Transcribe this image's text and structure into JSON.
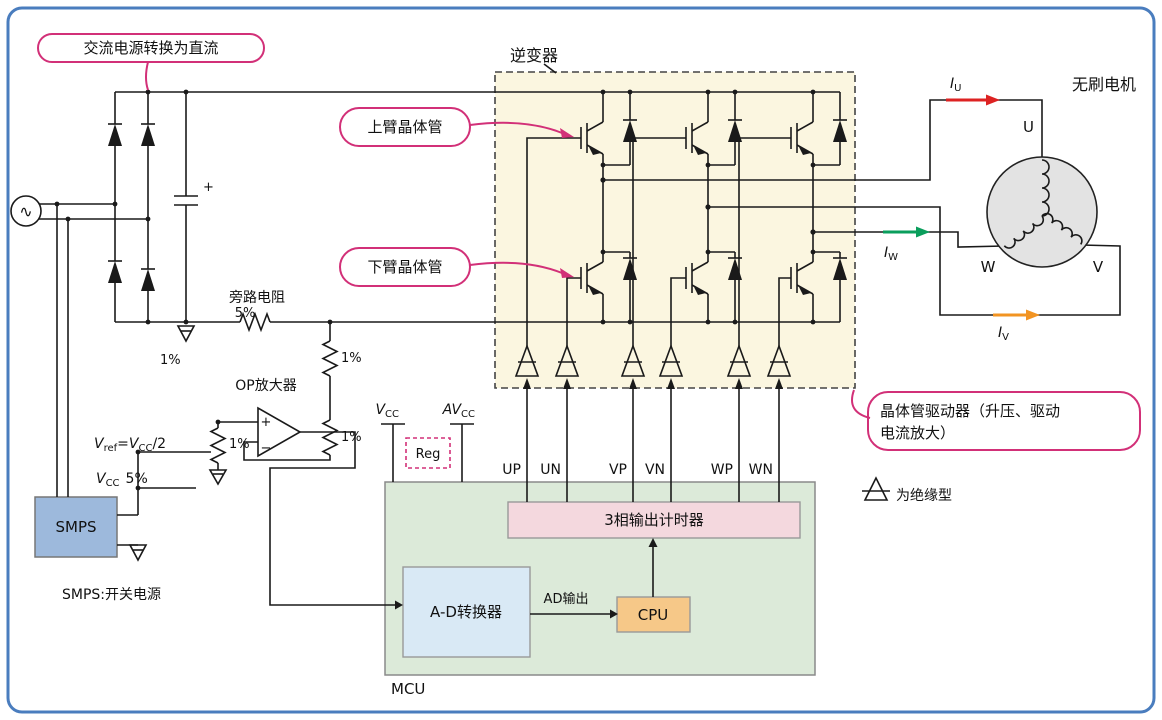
{
  "colors": {
    "frame_border": "#4a7dbe",
    "callout_pink": "#d23078",
    "inverter_fill": "#fbf6e0",
    "mcu_fill": "#dcead9",
    "timer_fill": "#f4d8de",
    "adc_fill": "#d9e9f5",
    "cpu_fill": "#f6c888",
    "smps_fill": "#9db9dc",
    "motor_fill": "#e3e3e3",
    "iu_arrow": "#dd2222",
    "iw_arrow": "#0a9e5c",
    "iv_arrow": "#f29422"
  },
  "callouts": {
    "ac_to_dc": "交流电源转换为直流",
    "upper_arm": "上臂晶体管",
    "lower_arm": "下臂晶体管",
    "driver_line1": "晶体管驱动器（升压、驱动",
    "driver_line2": "电流放大）"
  },
  "labels": {
    "sine": "∿",
    "plus": "+",
    "minus": "−",
    "i": "I",
    "u": "U",
    "v": "V",
    "w": "W",
    "a": "A",
    "v_sym": "V",
    "cc": "CC",
    "ref": "ref",
    "eq": "=",
    "half": "/2",
    "one_pct": "1%",
    "five_pct": "5%",
    "bypass": "旁路电阻",
    "opamp": "OP放大器",
    "inverter": "逆变器",
    "motor": "无刷电机",
    "up": "UP",
    "un": "UN",
    "vp": "VP",
    "vn": "VN",
    "wp": "WP",
    "wn": "WN",
    "timer": "3相输出计时器",
    "adc": "A-D转换器",
    "ad_out": "AD输出",
    "cpu": "CPU",
    "mcu": "MCU",
    "smps": "SMPS",
    "smps_note": "SMPS:开关电源",
    "reg": "Reg",
    "insulated": "为绝缘型"
  }
}
